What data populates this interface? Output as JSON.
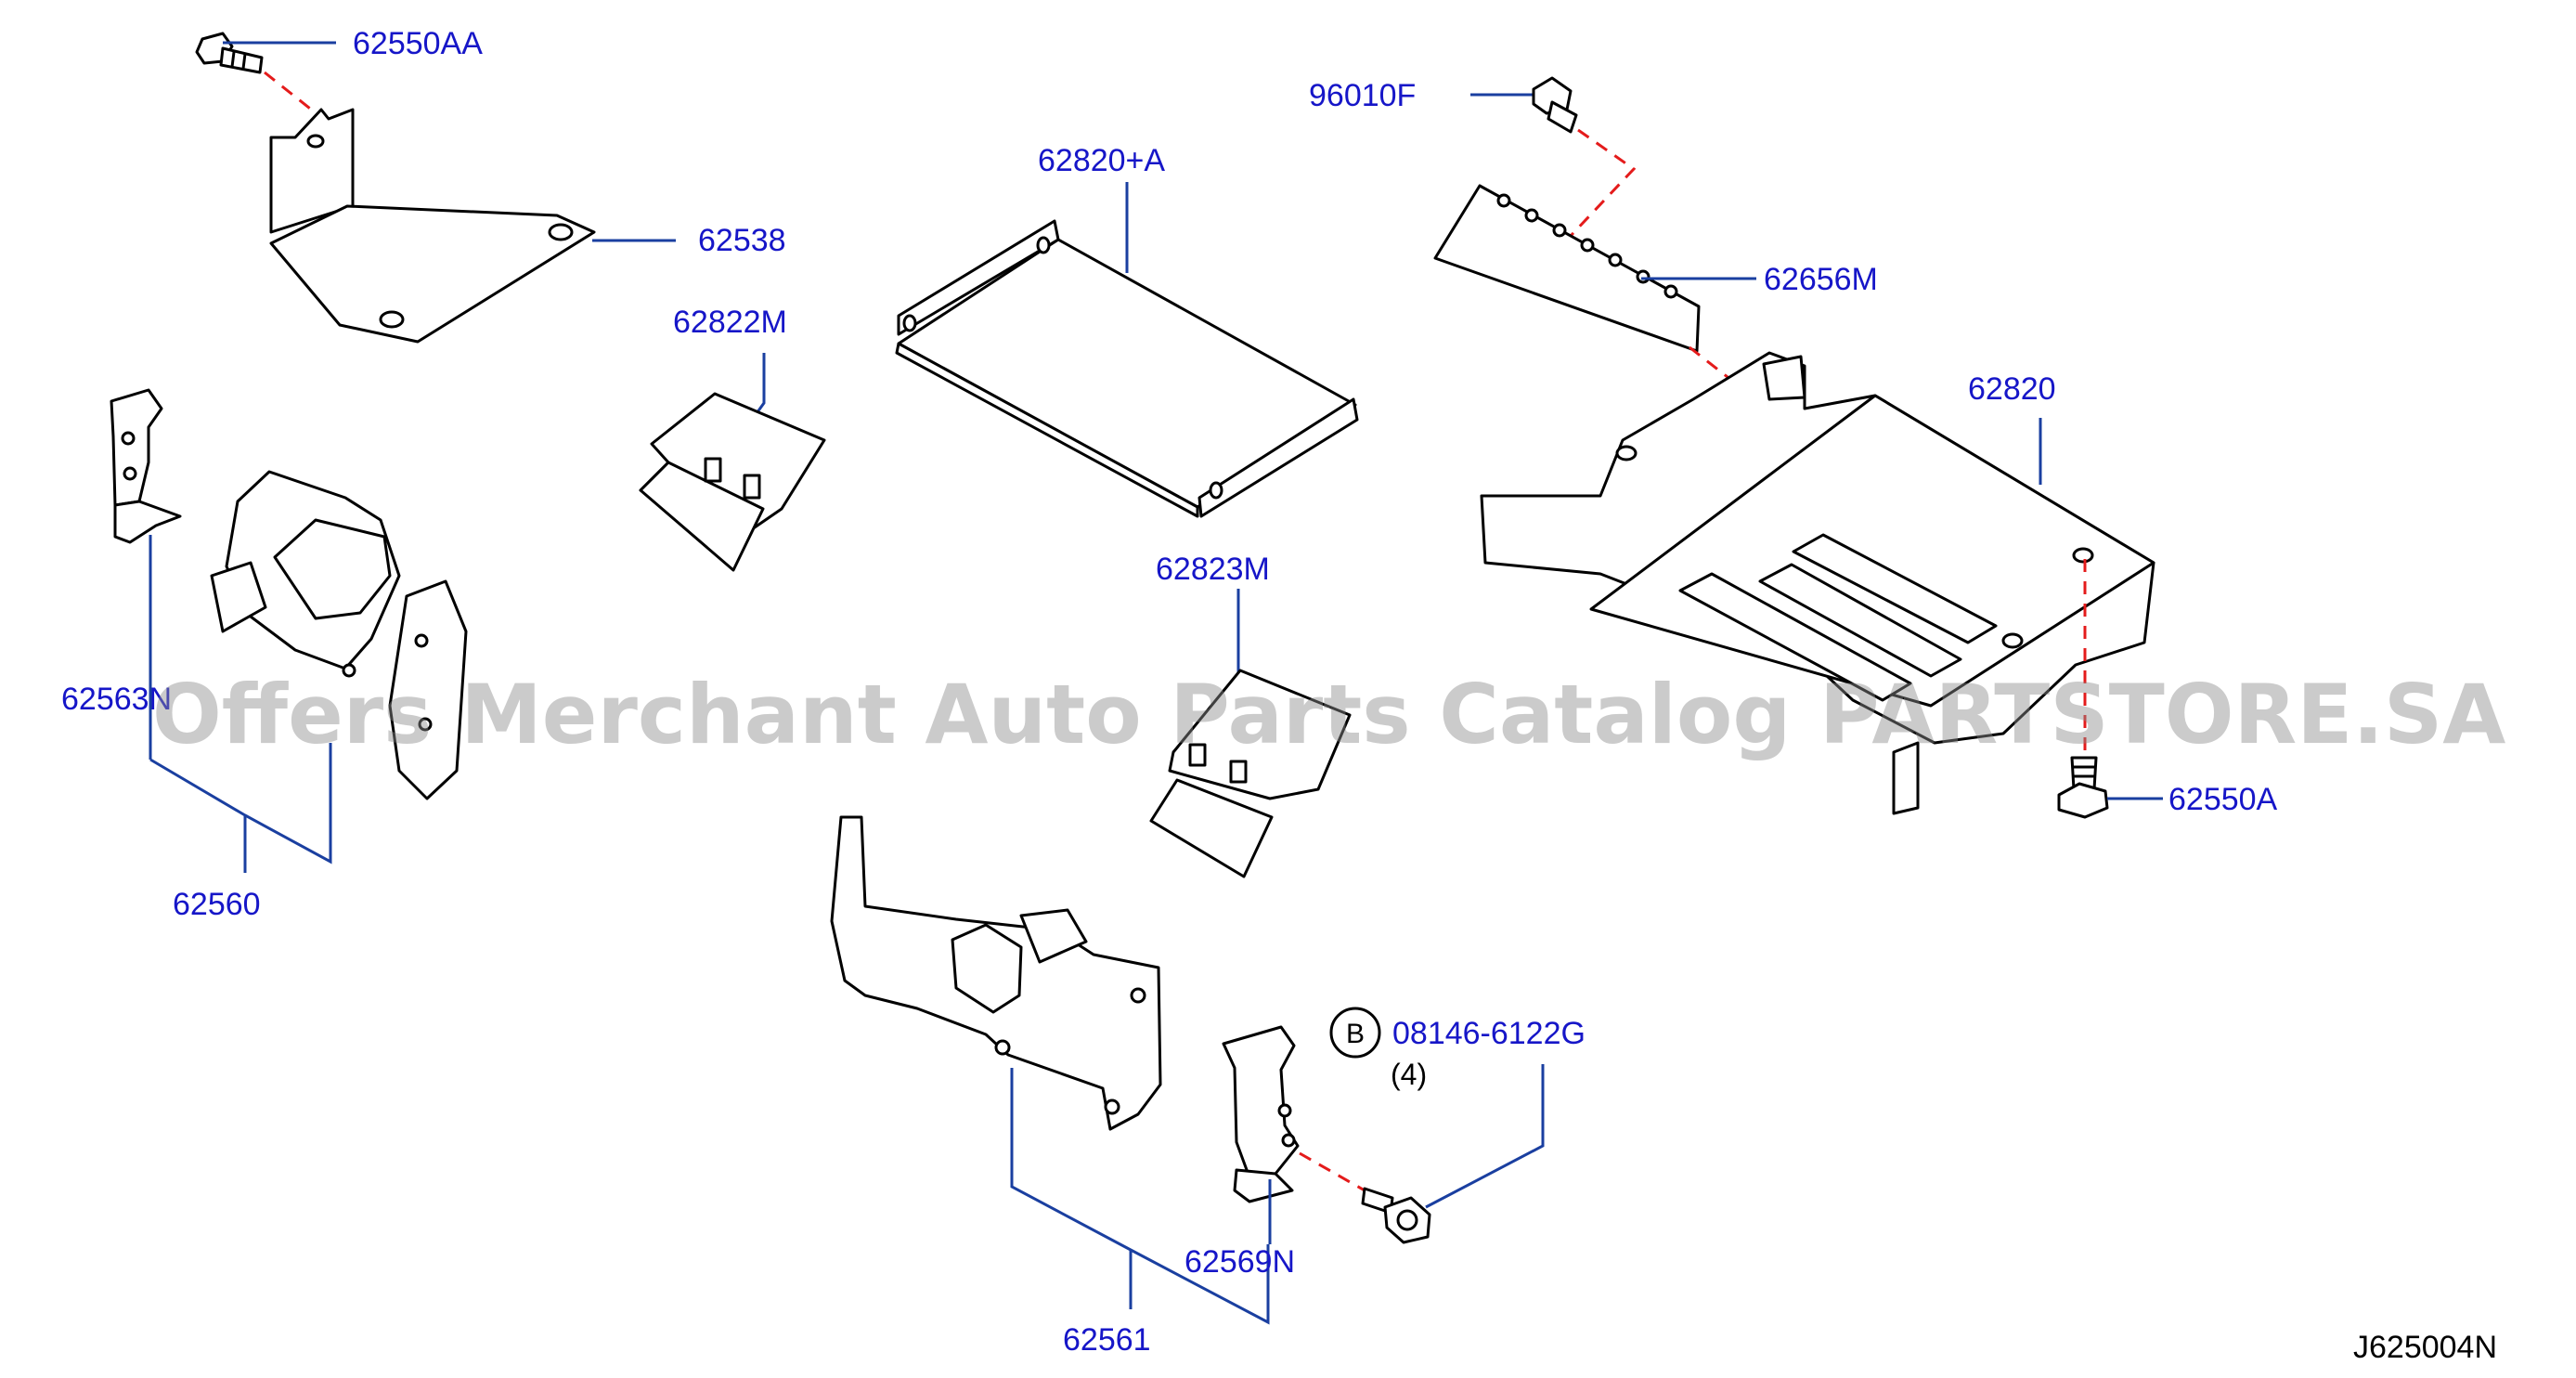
{
  "diagram_code": "J625004N",
  "watermark": "Offers Merchant Auto Parts Catalog PARTSTORE.SA",
  "labels": {
    "p62550AA": "62550AA",
    "p62538": "62538",
    "p62822M": "62822M",
    "p62820A": "62820+A",
    "p96010F": "96010F",
    "p62656M": "62656M",
    "p62820": "62820",
    "p62563N": "62563N",
    "p62560": "62560",
    "p62823M": "62823M",
    "p62550A": "62550A",
    "p08146": "08146-6122G",
    "p08146_qty": "(4)",
    "p08146_badge": "B",
    "p62569N": "62569N",
    "p62561": "62561"
  }
}
